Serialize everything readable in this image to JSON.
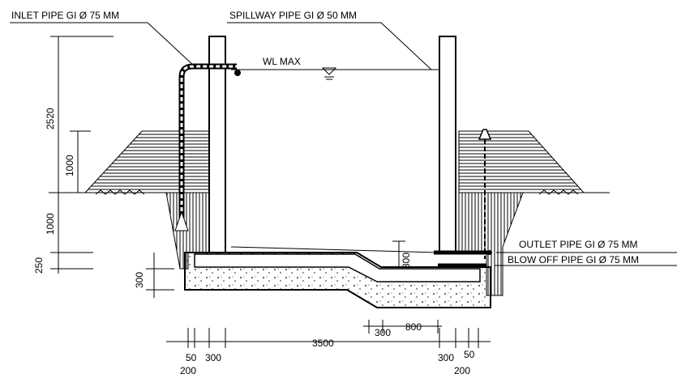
{
  "labels": {
    "inlet_pipe": "INLET PIPE GI Ø 75 MM",
    "spillway_pipe": "SPILLWAY PIPE GI Ø 50 MM",
    "wl_max": "WL MAX",
    "outlet_pipe": "OUTLET PIPE GI Ø 75 MM",
    "blow_off_pipe": "BLOW OFF PIPE GI Ø 75 MM"
  },
  "dimensions": {
    "height_2520": "2520",
    "height_1000_upper": "1000",
    "height_1000_lower": "1000",
    "height_250": "250",
    "height_300_left": "300",
    "height_300_sump": "300",
    "width_800": "800",
    "width_300_sump": "300",
    "width_3500": "3500",
    "width_50_left": "50",
    "width_300_left": "300",
    "width_200_left": "200",
    "width_300_right": "300",
    "width_50_right": "50",
    "width_200_right": "200"
  },
  "colors": {
    "line": "#000000",
    "background": "#ffffff"
  }
}
